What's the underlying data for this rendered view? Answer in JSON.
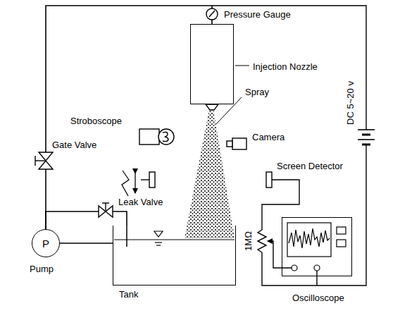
{
  "diagram": {
    "nodes": [
      {
        "text": [
          "P",
          "Pump"
        ]
      },
      {
        "text": [
          "Tank"
        ]
      },
      {
        "text": [
          "Injection Nozzle"
        ]
      },
      {
        "text": [
          "Oscilloscope"
        ]
      }
    ],
    "edges": [
      {
        "from": 0,
        "to": 2,
        "arrow": "none"
      },
      {
        "from": 1,
        "to": 0,
        "arrow": "none"
      },
      {
        "from": 0,
        "to": 1,
        "arrow": "none"
      }
    ],
    "labels": [
      "Pressure Gauge",
      "Spray",
      "Stroboscope",
      "Camera",
      "Screen Detector",
      "DC 5~20 v",
      "Gate Valve",
      "Leak Valve",
      "1MΩ"
    ]
  }
}
